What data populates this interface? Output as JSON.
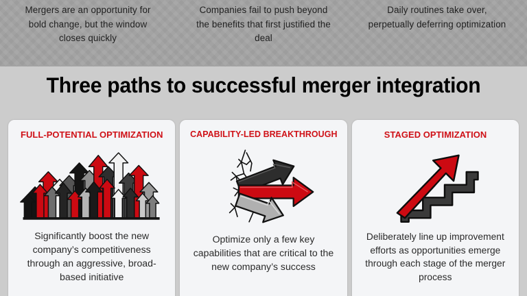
{
  "banner": {
    "columns": [
      "Mergers are an opportunity for bold change, but the window closes quickly",
      "Companies fail to push beyond the benefits that first justified the deal",
      "Daily routines take over, perpetually deferring optimization"
    ]
  },
  "title": "Three paths to successful merger integration",
  "colors": {
    "accent_red": "#cf1117",
    "arrow_red": "#cc0a12",
    "dark": "#3a3a3a",
    "banner_bg": "#a3a3a3",
    "slide_bg": "#cccccc",
    "card_bg": "#f4f5f7"
  },
  "cards": [
    {
      "title": "FULL-POTENTIAL OPTIMIZATION",
      "icon": "many-rising-arrows-icon",
      "body": "Significantly boost the new company’s competitiveness through an aggressive, broad-based initiative"
    },
    {
      "title": "CAPABILITY-LED BREAKTHROUGH",
      "icon": "arrows-through-cracked-wall-icon",
      "body": "Optimize only a few key capabilities that are critical to the new company’s success"
    },
    {
      "title": "STAGED OPTIMIZATION",
      "icon": "arrow-over-stairs-icon",
      "body": "Deliberately line up improvement efforts as opportunities emerge through each stage of the merger process"
    }
  ]
}
